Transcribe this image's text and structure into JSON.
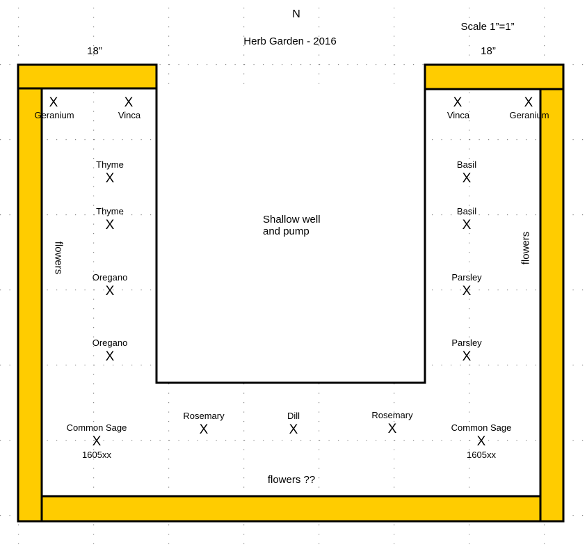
{
  "title": "Herb Garden - 2016",
  "north": "N",
  "scale": "Scale 1”=1”",
  "dim_left": "18”",
  "dim_right": "18”",
  "colors": {
    "bed": "#FFCC00",
    "outline": "#000000",
    "grid": "#888888"
  },
  "center": {
    "line1": "Shallow well",
    "line2": "and pump"
  },
  "flowers_left": "flowers",
  "flowers_right": "flowers",
  "flowers_bottom": "flowers ??",
  "marker": "X",
  "plants": {
    "geranium_left": "Geranium",
    "vinca_left": "Vinca",
    "vinca_right": "Vinca",
    "geranium_right": "Geranium",
    "thyme_1": "Thyme",
    "thyme_2": "Thyme",
    "oregano_1": "Oregano",
    "oregano_2": "Oregano",
    "basil_1": "Basil",
    "basil_2": "Basil",
    "parsley_1": "Parsley",
    "parsley_2": "Parsley",
    "sage_left": "Common Sage",
    "sage_left_code": "1605xx",
    "rosemary_left": "Rosemary",
    "dill": "Dill",
    "rosemary_right": "Rosemary",
    "sage_right": "Common Sage",
    "sage_right_code": "1605xx"
  }
}
